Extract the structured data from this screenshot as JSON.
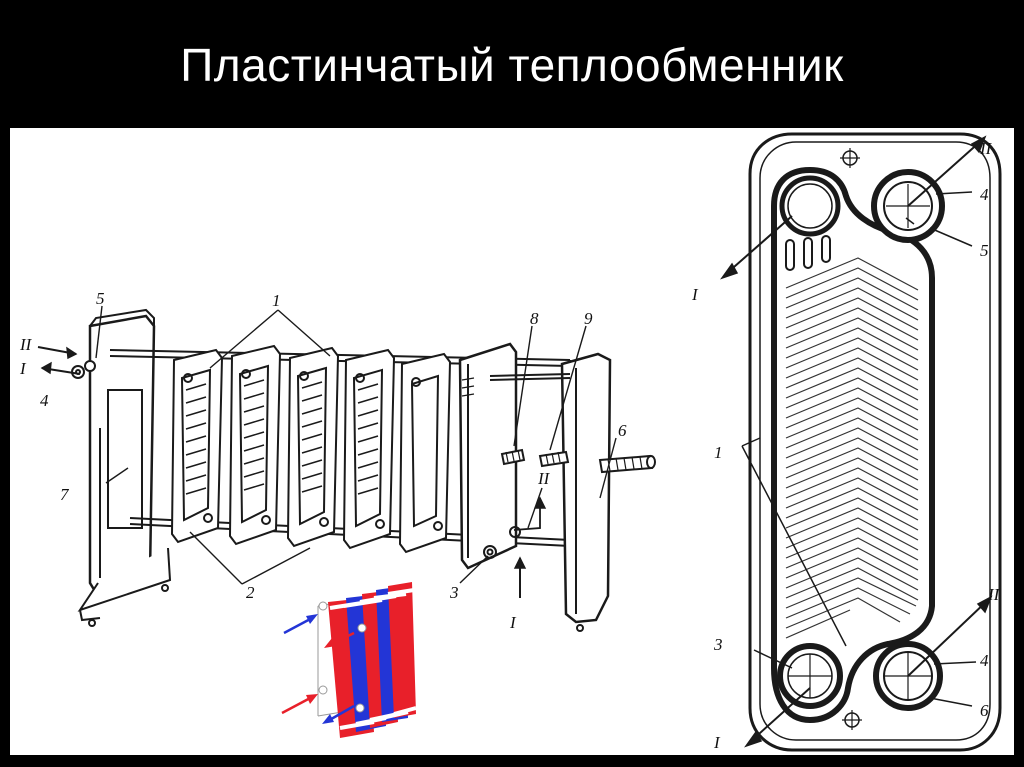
{
  "slide": {
    "title": "Пластинчатый теплообменник"
  },
  "assembly_labels": {
    "l1": "1",
    "l2": "2",
    "l3": "3",
    "l4": "4",
    "l5": "5",
    "l6": "6",
    "l7": "7",
    "l8": "8",
    "l9": "9",
    "in1": "I",
    "in2": "II",
    "stand_in1": "I",
    "stand_in2": "II"
  },
  "plate_labels": {
    "top_in2": "II",
    "top_4": "4",
    "top_5": "5",
    "top_in1": "I",
    "side_1": "1",
    "bot_in2": "II",
    "bot_3": "3",
    "bot_4": "4",
    "bot_6": "6",
    "bot_in1": "I"
  },
  "colors": {
    "ink": "#1a1a1a",
    "hot": "#e8202a",
    "cold": "#2335d6"
  }
}
